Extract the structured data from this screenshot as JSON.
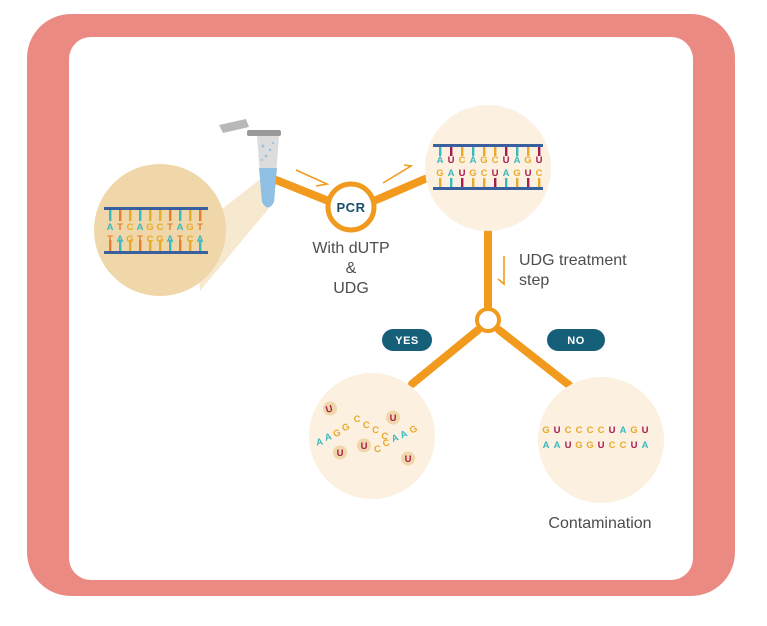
{
  "labels": {
    "pcr": "PCR",
    "pcr_conditions": [
      "With dUTP",
      "&",
      "UDG"
    ],
    "udg_step": [
      "UDG treatment",
      "step"
    ],
    "yes": "YES",
    "no": "NO",
    "contamination": "Contamination"
  },
  "sequences": {
    "template_top": "ATCAGCTAGT",
    "template_bottom": "TAGTCGATCA",
    "product_top": "AUCAGCUAGU",
    "product_bottom": "GAUGCUAGUC",
    "contamination_top": "GUCCCCUAGU",
    "contamination_bottom": "AAUGGUCCUA"
  },
  "colors": {
    "frame": "#ea8a82",
    "panel": "#ffffff",
    "flow_line": "#f19a1d",
    "bubble": "#fcf0e0",
    "zoom_bubble": "#efd7a9",
    "pill": "#155f79",
    "dna_strand": "#3a5f9e",
    "base_A": "#3bb8c0",
    "base_T": "#e57d2c",
    "base_U": "#a81c4d",
    "base_G": "#e8aa2b",
    "base_C": "#e8aa2b"
  }
}
